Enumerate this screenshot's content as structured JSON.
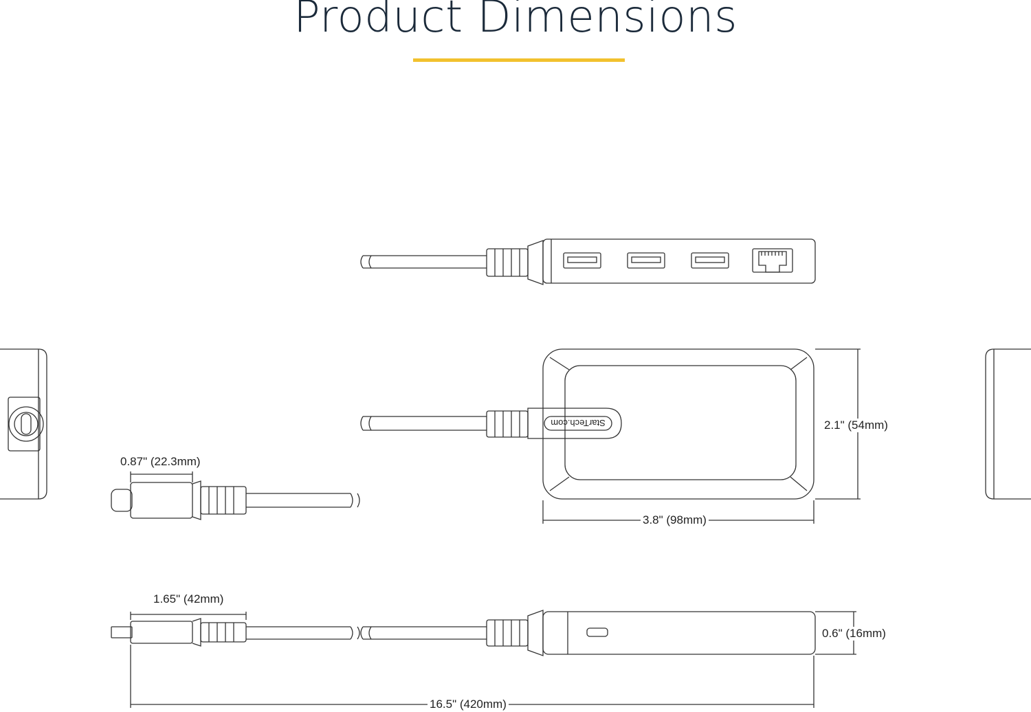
{
  "title": "Product Dimensions",
  "accent_color": "#f2c12e",
  "line_color": "#333333",
  "brand_label": "StarTech.com",
  "dimensions": {
    "connector_width": "0.87\" (22.3mm)",
    "hub_height": "2.1\" (54mm)",
    "hub_length": "3.8\" (98mm)",
    "connector_length": "1.65\" (42mm)",
    "hub_thickness": "0.6\" (16mm)",
    "total_length": "16.5\" (420mm)"
  }
}
